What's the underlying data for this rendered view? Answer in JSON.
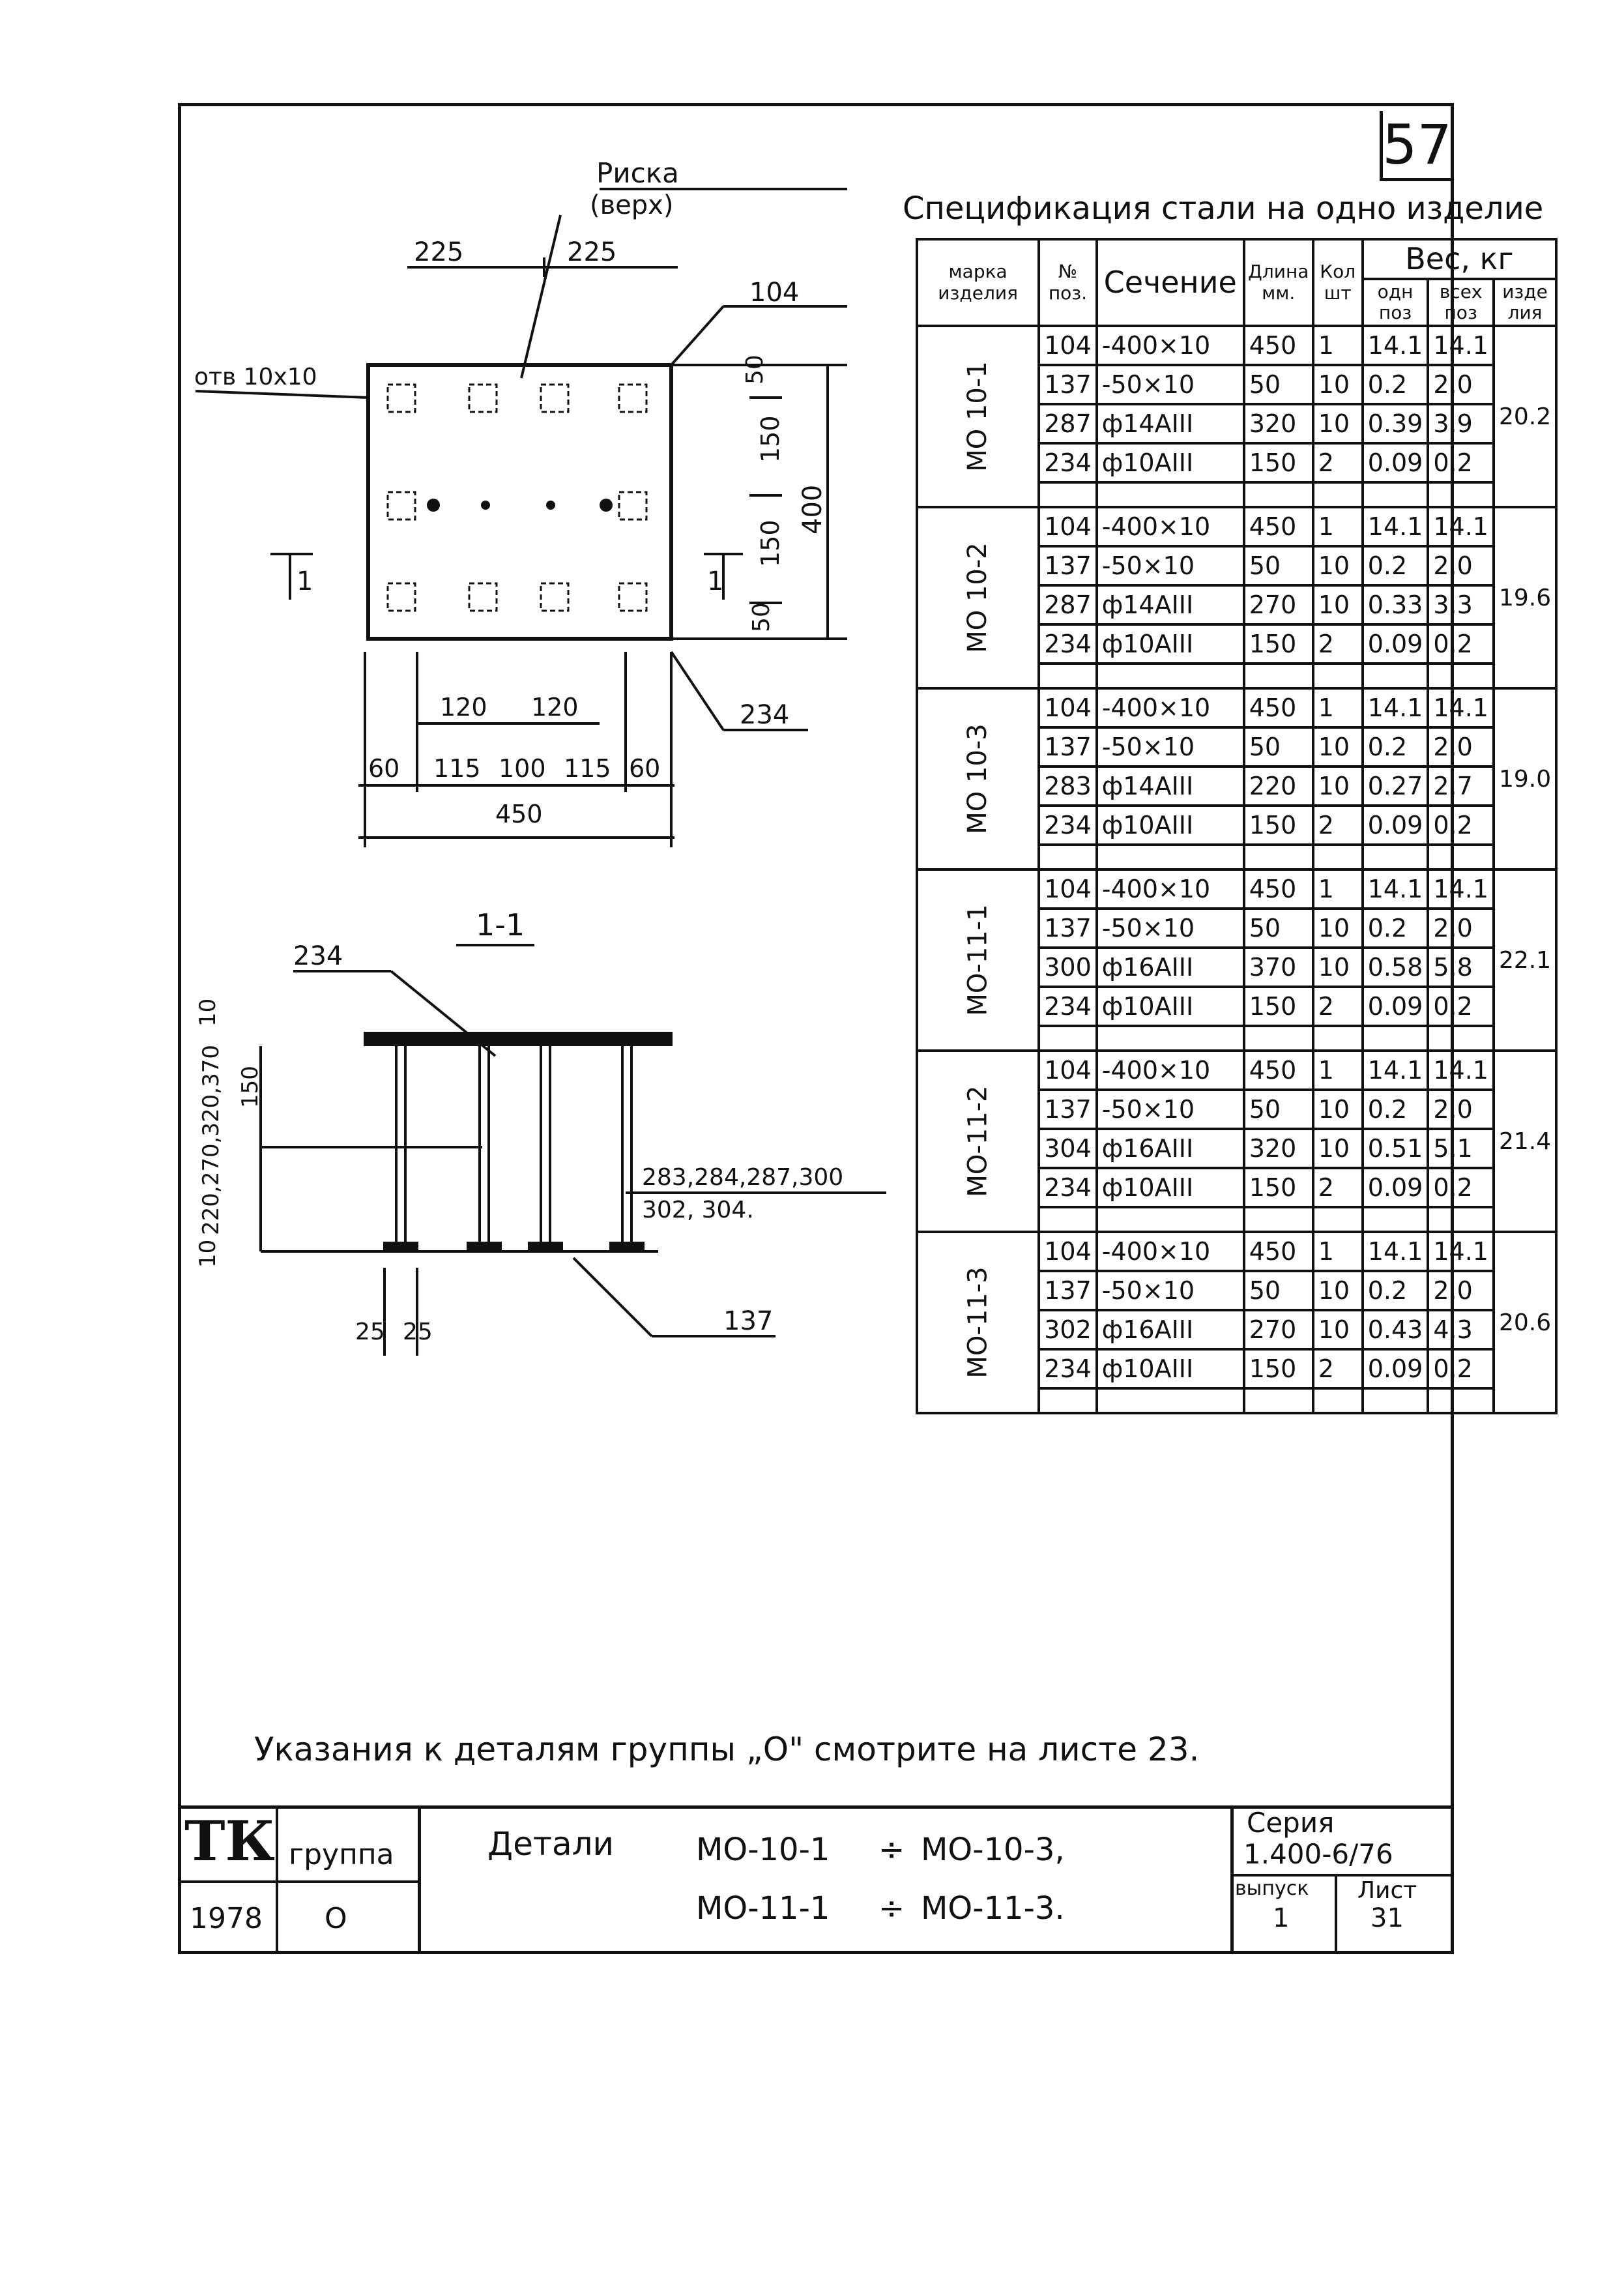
{
  "sheet_number": "57",
  "drawing": {
    "riska_label": "Риска",
    "riska_sub": "(верх)",
    "hole_label": "отв 10х10",
    "dims_top": [
      "225",
      "225"
    ],
    "pos_104": "104",
    "pos_234": "234",
    "dims_right": [
      "50",
      "150",
      "150",
      "50"
    ],
    "dim_400": "400",
    "section_mark": "1",
    "dims_mid": [
      "120",
      "120"
    ],
    "dims_bottom": [
      "60",
      "115",
      "100",
      "115",
      "60"
    ],
    "dim_450": "450",
    "section_title": "1-1",
    "section_pos_234": "234",
    "section_left_dims": [
      "10",
      "220,270,320,370",
      "150",
      "10"
    ],
    "section_bar_positions": "283,284,287,300",
    "section_bar_positions2": "302, 304.",
    "section_pos_137": "137",
    "section_bottom_dims": [
      "25",
      "25"
    ]
  },
  "spec": {
    "title": "Спецификация стали на одно изделие",
    "headers": {
      "mark": "марка изделия",
      "pos": "№ поз.",
      "section": "Сечение",
      "length": "Длина мм.",
      "count": "Кол шт",
      "weight": "Вес, кг",
      "w_one": "одн поз",
      "w_all": "всех поз",
      "w_item": "изде лия"
    },
    "groups": [
      {
        "mark": "МО 10-1",
        "total": "20.2",
        "rows": [
          {
            "pos": "104",
            "section": "-400×10",
            "length": "450",
            "count": "1",
            "w1": "14.1",
            "w2": "14.1"
          },
          {
            "pos": "137",
            "section": "-50×10",
            "length": "50",
            "count": "10",
            "w1": "0.2",
            "w2": "2.0"
          },
          {
            "pos": "287",
            "section": "ф14АIII",
            "length": "320",
            "count": "10",
            "w1": "0.39",
            "w2": "3.9"
          },
          {
            "pos": "234",
            "section": "ф10АIII",
            "length": "150",
            "count": "2",
            "w1": "0.09",
            "w2": "0.2"
          }
        ]
      },
      {
        "mark": "МО 10-2",
        "total": "19.6",
        "rows": [
          {
            "pos": "104",
            "section": "-400×10",
            "length": "450",
            "count": "1",
            "w1": "14.1",
            "w2": "14.1"
          },
          {
            "pos": "137",
            "section": "-50×10",
            "length": "50",
            "count": "10",
            "w1": "0.2",
            "w2": "2.0"
          },
          {
            "pos": "287",
            "section": "ф14АIII",
            "length": "270",
            "count": "10",
            "w1": "0.33",
            "w2": "3.3"
          },
          {
            "pos": "234",
            "section": "ф10АIII",
            "length": "150",
            "count": "2",
            "w1": "0.09",
            "w2": "0.2"
          }
        ]
      },
      {
        "mark": "МО 10-3",
        "total": "19.0",
        "rows": [
          {
            "pos": "104",
            "section": "-400×10",
            "length": "450",
            "count": "1",
            "w1": "14.1",
            "w2": "14.1"
          },
          {
            "pos": "137",
            "section": "-50×10",
            "length": "50",
            "count": "10",
            "w1": "0.2",
            "w2": "2.0"
          },
          {
            "pos": "283",
            "section": "ф14АIII",
            "length": "220",
            "count": "10",
            "w1": "0.27",
            "w2": "2.7"
          },
          {
            "pos": "234",
            "section": "ф10АIII",
            "length": "150",
            "count": "2",
            "w1": "0.09",
            "w2": "0.2"
          }
        ]
      },
      {
        "mark": "МО-11-1",
        "total": "22.1",
        "rows": [
          {
            "pos": "104",
            "section": "-400×10",
            "length": "450",
            "count": "1",
            "w1": "14.1",
            "w2": "14.1"
          },
          {
            "pos": "137",
            "section": "-50×10",
            "length": "50",
            "count": "10",
            "w1": "0.2",
            "w2": "2.0"
          },
          {
            "pos": "300",
            "section": "ф16АIII",
            "length": "370",
            "count": "10",
            "w1": "0.58",
            "w2": "5.8"
          },
          {
            "pos": "234",
            "section": "ф10АIII",
            "length": "150",
            "count": "2",
            "w1": "0.09",
            "w2": "0.2"
          }
        ]
      },
      {
        "mark": "МО-11-2",
        "total": "21.4",
        "rows": [
          {
            "pos": "104",
            "section": "-400×10",
            "length": "450",
            "count": "1",
            "w1": "14.1",
            "w2": "14.1"
          },
          {
            "pos": "137",
            "section": "-50×10",
            "length": "50",
            "count": "10",
            "w1": "0.2",
            "w2": "2.0"
          },
          {
            "pos": "304",
            "section": "ф16АIII",
            "length": "320",
            "count": "10",
            "w1": "0.51",
            "w2": "5.1"
          },
          {
            "pos": "234",
            "section": "ф10АIII",
            "length": "150",
            "count": "2",
            "w1": "0.09",
            "w2": "0.2"
          }
        ]
      },
      {
        "mark": "МО-11-3",
        "total": "20.6",
        "rows": [
          {
            "pos": "104",
            "section": "-400×10",
            "length": "450",
            "count": "1",
            "w1": "14.1",
            "w2": "14.1"
          },
          {
            "pos": "137",
            "section": "-50×10",
            "length": "50",
            "count": "10",
            "w1": "0.2",
            "w2": "2.0"
          },
          {
            "pos": "302",
            "section": "ф16АIII",
            "length": "270",
            "count": "10",
            "w1": "0.43",
            "w2": "4.3"
          },
          {
            "pos": "234",
            "section": "ф10АIII",
            "length": "150",
            "count": "2",
            "w1": "0.09",
            "w2": "0.2"
          }
        ]
      }
    ]
  },
  "note": "Указания к деталям группы „О\" смотрите на листе 23.",
  "title_block": {
    "org": "ТК",
    "group_label": "группа",
    "year": "1978",
    "group_value": "О",
    "details_label": "Детали",
    "line1_from": "МО-10-1",
    "line1_sep": "÷",
    "line1_to": "МО-10-3,",
    "line2_from": "МО-11-1",
    "line2_sep": "÷",
    "line2_to": "МО-11-3.",
    "series_label": "Серия",
    "series_value": "1.400-6/76",
    "issue_label": "выпуск",
    "issue_value": "1",
    "sheet_label": "Лист",
    "sheet_value": "31"
  }
}
